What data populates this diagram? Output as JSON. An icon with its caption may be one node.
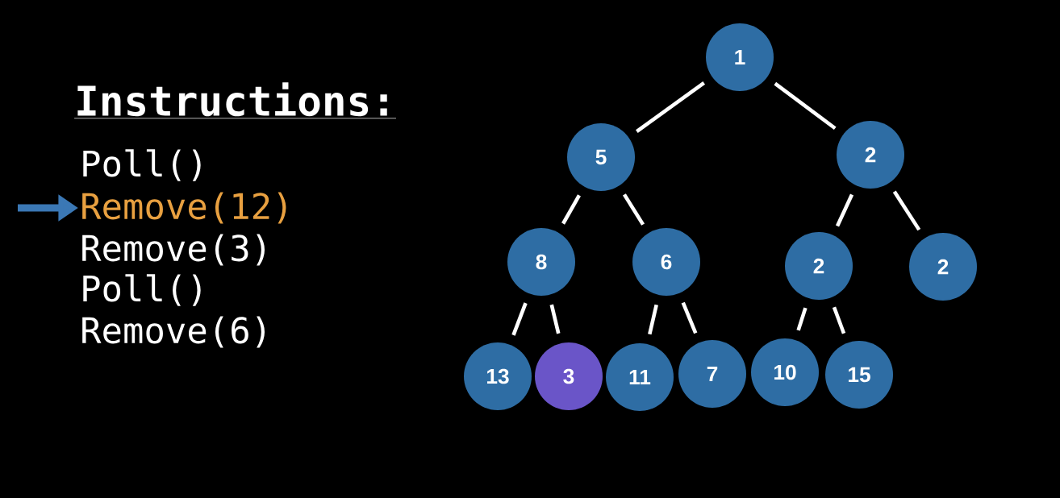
{
  "diagram": {
    "nodes": [
      {
        "text": [
          "Remove(12)"
        ]
      },
      {
        "text": [
          "1"
        ]
      },
      {
        "text": [
          "5"
        ]
      },
      {
        "text": [
          "2"
        ]
      },
      {
        "text": [
          "8"
        ]
      },
      {
        "text": [
          "6"
        ]
      },
      {
        "text": [
          "2"
        ]
      },
      {
        "text": [
          "2"
        ]
      },
      {
        "text": [
          "13"
        ]
      },
      {
        "text": [
          "3"
        ]
      },
      {
        "text": [
          "11"
        ]
      },
      {
        "text": [
          "7"
        ]
      },
      {
        "text": [
          "10"
        ]
      },
      {
        "text": [
          "15"
        ]
      }
    ],
    "edges": [
      {
        "from": null,
        "to": 0,
        "arrow": "to",
        "style": "thick",
        "color": "#3b78b5"
      },
      {
        "from": 1,
        "to": 2,
        "arrow": "none"
      },
      {
        "from": 1,
        "to": 3,
        "arrow": "none"
      },
      {
        "from": 2,
        "to": 4,
        "arrow": "none"
      },
      {
        "from": 2,
        "to": 5,
        "arrow": "none"
      },
      {
        "from": 3,
        "to": 6,
        "arrow": "none"
      },
      {
        "from": 3,
        "to": 7,
        "arrow": "none"
      },
      {
        "from": 4,
        "to": 8,
        "arrow": "none"
      },
      {
        "from": 4,
        "to": 9,
        "arrow": "none"
      },
      {
        "from": 5,
        "to": 10,
        "arrow": "none"
      },
      {
        "from": 5,
        "to": 11,
        "arrow": "none"
      },
      {
        "from": 6,
        "to": 12,
        "arrow": "none"
      },
      {
        "from": 6,
        "to": 13,
        "arrow": "none"
      }
    ],
    "labels": [
      "Instructions:",
      "Poll()",
      "Remove(3)",
      "Poll()",
      "Remove(6)"
    ]
  }
}
